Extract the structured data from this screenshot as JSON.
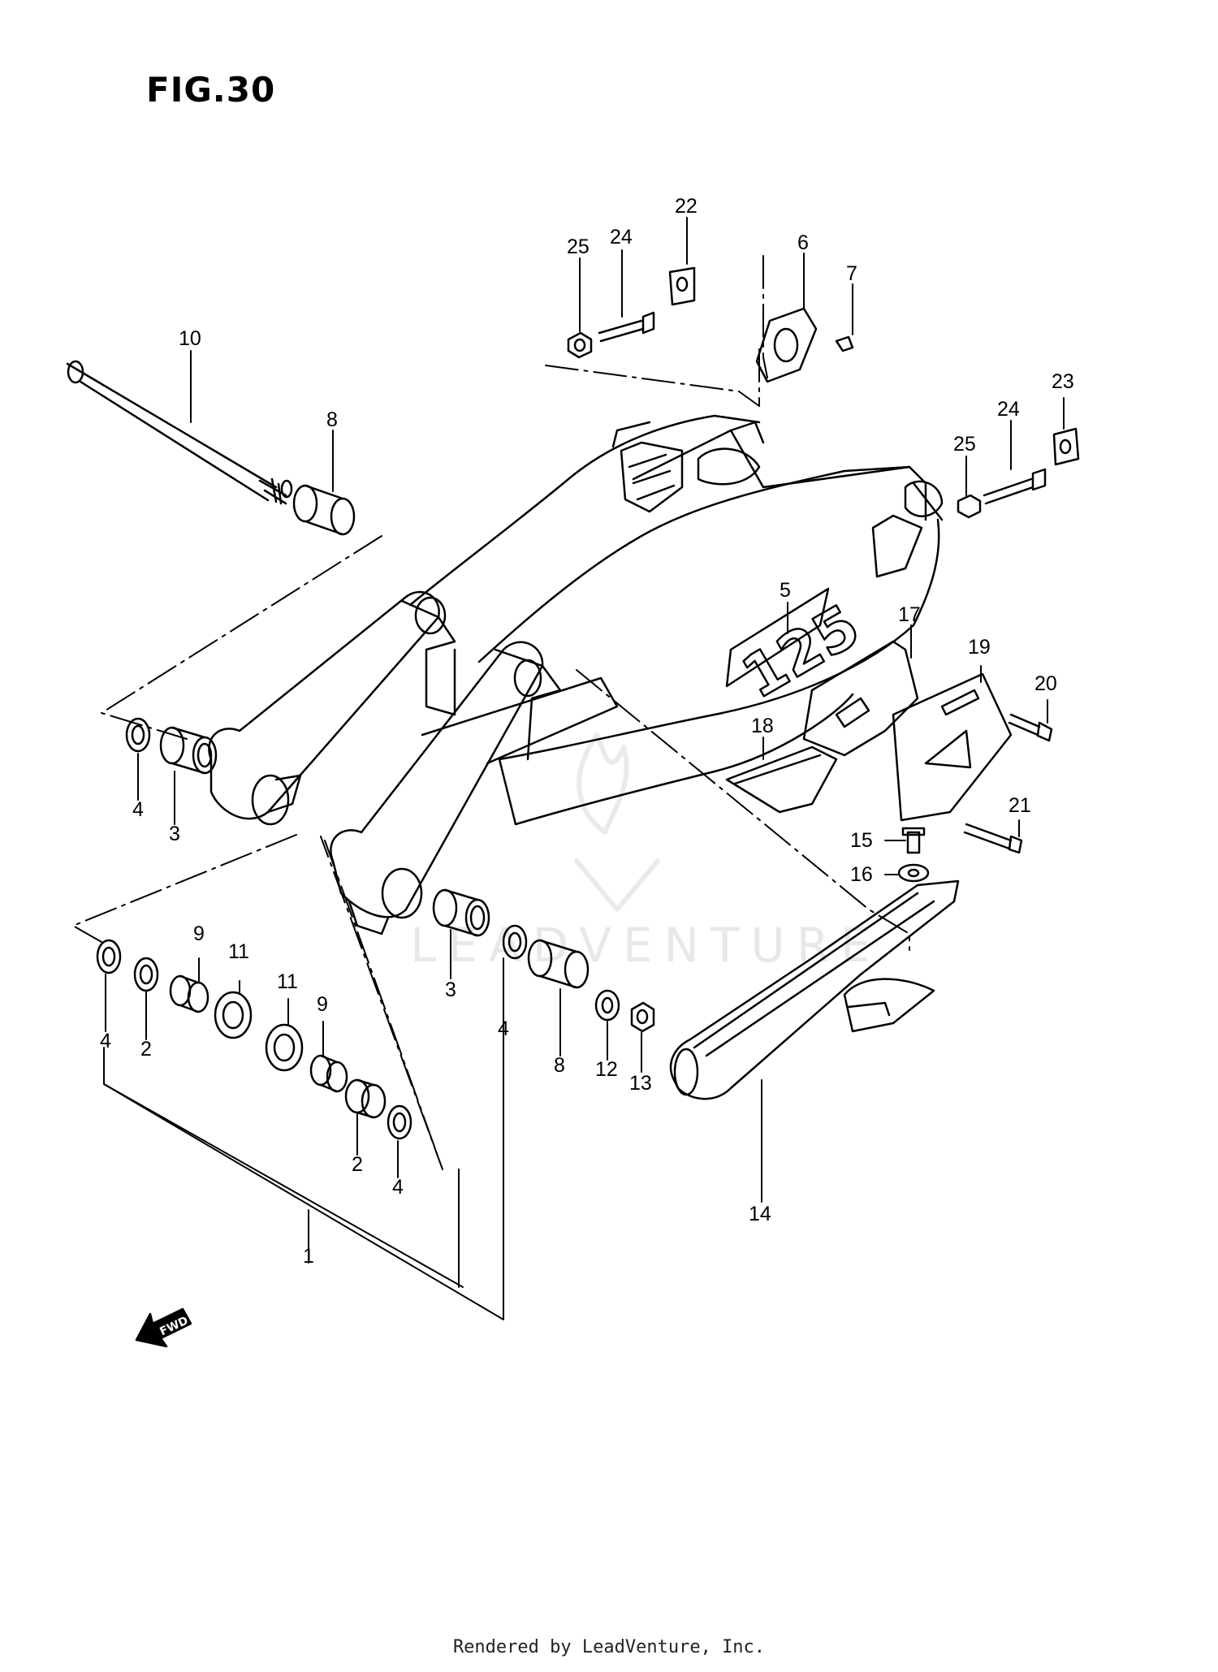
{
  "figure_title": "FIG.30",
  "footer_text": "Rendered by LeadVenture, Inc.",
  "watermark_text": "LEADVENTURE",
  "fwd_label": "FWD",
  "swingarm_marking": "125",
  "callouts": [
    "10",
    "8",
    "25",
    "24",
    "22",
    "6",
    "7",
    "25",
    "24",
    "23",
    "5",
    "17",
    "19",
    "20",
    "18",
    "21",
    "15",
    "16",
    "4",
    "3",
    "9",
    "11",
    "11",
    "9",
    "3",
    "4",
    "4",
    "2",
    "2",
    "4",
    "8",
    "12",
    "13",
    "14",
    "1"
  ],
  "colors": {
    "line": "#000000",
    "watermark": "#e8e8e8",
    "background": "#ffffff"
  }
}
